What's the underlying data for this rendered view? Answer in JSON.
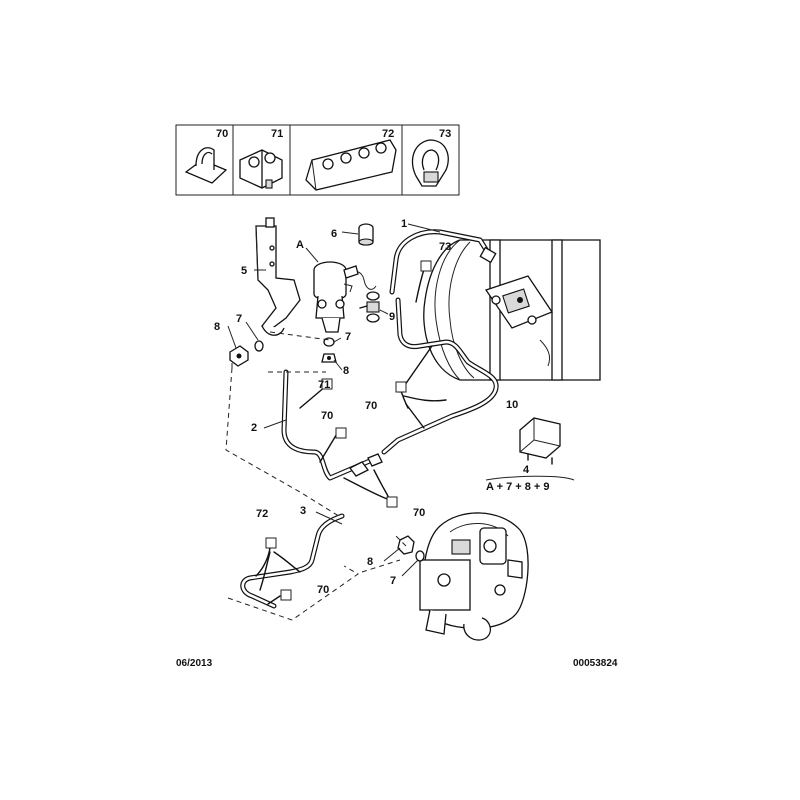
{
  "legend": {
    "clips": [
      {
        "number": "70",
        "icon": "pipe-clip-single-icon"
      },
      {
        "number": "71",
        "icon": "pipe-clip-double-icon"
      },
      {
        "number": "72",
        "icon": "pipe-clip-multi-icon"
      },
      {
        "number": "73",
        "icon": "pipe-clip-strap-icon"
      }
    ]
  },
  "callouts": {
    "c1": "1",
    "c6": "6",
    "cA": "A",
    "c73": "73",
    "c5": "5",
    "c9": "9",
    "c8a": "8",
    "c7a": "7",
    "c7b": "7",
    "c8b": "8",
    "c71": "71",
    "c70a": "70",
    "c70b": "70",
    "c2": "2",
    "c10": "10",
    "c4": "4",
    "c70c": "70",
    "c3": "3",
    "c72": "72",
    "c8c": "8",
    "c7c": "7",
    "c70d": "70"
  },
  "formula": "A + 7 + 8 + 9",
  "footer": {
    "date": "06/2013",
    "reference": "00053824"
  },
  "colors": {
    "ink": "#111111",
    "background": "#ffffff",
    "shading": "#d9d9d9"
  }
}
